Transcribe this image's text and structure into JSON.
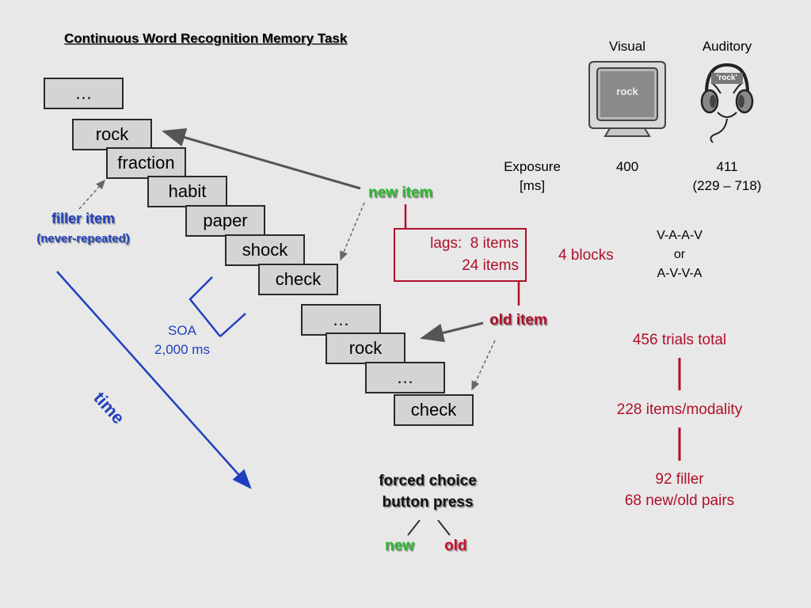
{
  "title": "Continuous Word Recognition Memory Task",
  "stimuli": [
    "…",
    "rock",
    "fraction",
    "habit",
    "paper",
    "shock",
    "check",
    "…",
    "rock",
    "…",
    "check"
  ],
  "filler_label": "filler item",
  "filler_sub": "(never-repeated)",
  "soa_label": "SOA",
  "soa_value": "2,000 ms",
  "time_label": "time",
  "new_item_label": "new item",
  "old_item_label": "old item",
  "lags_line1": "lags:  8 items",
  "lags_line2": "24 items",
  "blocks_label": "4 blocks",
  "order_line1": "V-A-A-V",
  "order_line2": "or",
  "order_line3": "A-V-V-A",
  "modality": {
    "visual_label": "Visual",
    "auditory_label": "Auditory",
    "screen_word": "rock",
    "headphone_word": "'rock'"
  },
  "exposure": {
    "label_line1": "Exposure",
    "label_line2": "[ms]",
    "visual_value": "400",
    "auditory_value": "411",
    "auditory_range": "(229 – 718)"
  },
  "totals": {
    "trials": "456 trials total",
    "per_modality": "228 items/modality",
    "filler": "92 filler",
    "pairs": "68 new/old pairs"
  },
  "response": {
    "line1": "forced choice",
    "line2": "button press",
    "new": "new",
    "old": "old"
  },
  "colors": {
    "blue": "#1f3fbf",
    "green": "#2eb82e",
    "red": "#b0102a",
    "box_fill": "#d4d4d4"
  }
}
